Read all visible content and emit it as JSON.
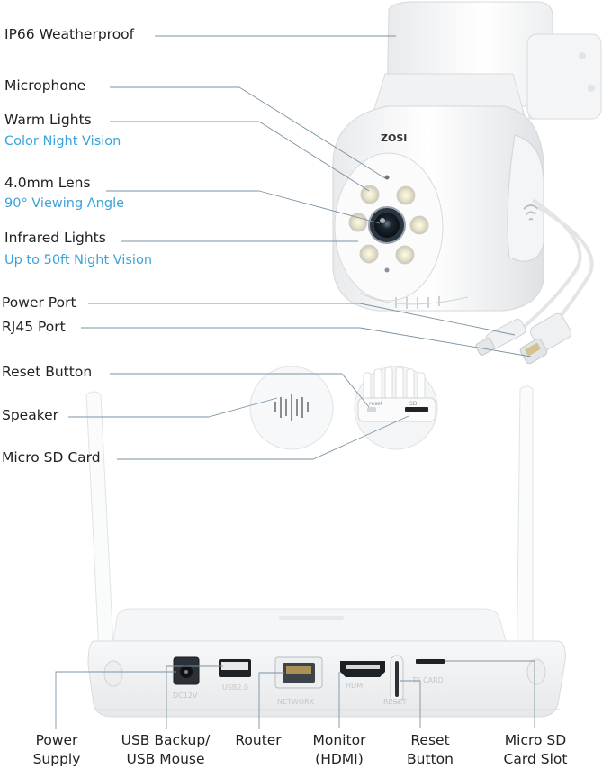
{
  "camera_labels": {
    "ip66": "IP66 Weatherproof",
    "microphone": "Microphone",
    "warm_lights": "Warm Lights",
    "warm_lights_sub": "Color Night Vision",
    "lens": "4.0mm Lens",
    "lens_sub": "90° Viewing Angle",
    "infrared": "Infrared Lights",
    "infrared_sub": "Up to 50ft Night Vision",
    "power_port": "Power Port",
    "rj45": "RJ45 Port",
    "reset_button": "Reset Button",
    "speaker": "Speaker",
    "micro_sd": "Micro SD Card"
  },
  "camera_brand": "ZOSI",
  "inset": {
    "reset_text": "reset",
    "sd_text": "SD"
  },
  "nvr_port_text": {
    "dc": "DC12V",
    "usb": "USB2.0",
    "network": "NETWORK",
    "hdmi": "HDMI",
    "reset": "RESET",
    "tf": "TF CARD"
  },
  "nvr_labels": {
    "power_supply": "Power\nSupply",
    "usb_backup": "USB Backup/\nUSB Mouse",
    "router": "Router",
    "monitor": "Monitor\n(HDMI)",
    "reset_btn": "Reset\nButton",
    "sd_slot": "Micro SD\nCard Slot"
  },
  "colors": {
    "accent": "#3ba3d8",
    "text": "#222222",
    "line": "#7a93a3"
  }
}
